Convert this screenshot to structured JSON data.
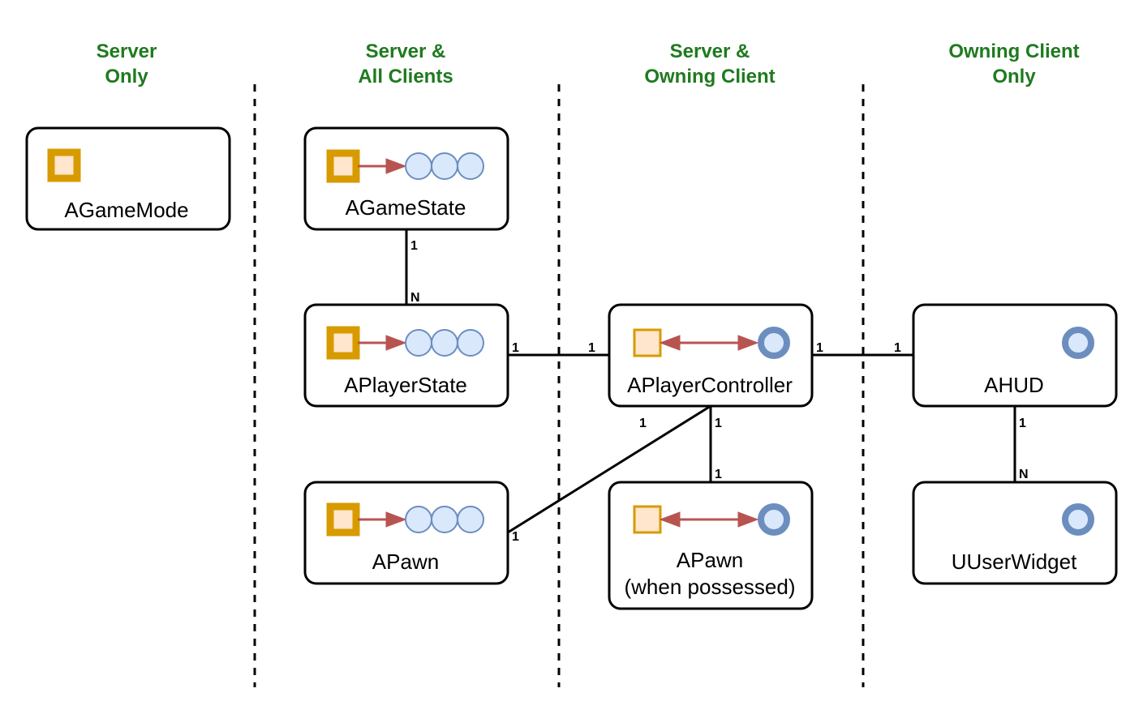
{
  "columns": [
    {
      "line1": "Server",
      "line2": "Only"
    },
    {
      "line1": "Server &",
      "line2": "All Clients"
    },
    {
      "line1": "Server &",
      "line2": "Owning Client"
    },
    {
      "line1": "Owning Client",
      "line2": "Only"
    }
  ],
  "nodes": {
    "game_mode": {
      "label": "AGameMode"
    },
    "game_state": {
      "label": "AGameState"
    },
    "player_state": {
      "label": "APlayerState"
    },
    "pawn": {
      "label": "APawn"
    },
    "player_controller": {
      "label": "APlayerController"
    },
    "possessed_pawn": {
      "label_line1": "APawn",
      "label_line2": "(when possessed)"
    },
    "hud": {
      "label": "AHUD"
    },
    "user_widget": {
      "label": "UUserWidget"
    }
  },
  "edges": {
    "game_state_player_state": {
      "from_card": "1",
      "to_card": "N"
    },
    "player_state_player_controller": {
      "from_card": "1",
      "to_card": "1"
    },
    "player_controller_hud": {
      "from_card": "1",
      "to_card": "1"
    },
    "player_controller_pawn": {
      "from_card": "1",
      "to_card": "1"
    },
    "player_controller_possessed_pawn": {
      "from_card": "1",
      "to_card": "1"
    },
    "hud_user_widget": {
      "from_card": "1",
      "to_card": "N"
    }
  },
  "colors": {
    "column_title": "#1f7a1f",
    "authority_square_fill": "#ffe6cc",
    "authority_square_stroke": "#d79b00",
    "replica_fill": "#dae8fc",
    "replica_stroke": "#6c8ebf",
    "replication_arrow": "#b85450"
  },
  "icons": {
    "authority": "authority-square-icon",
    "replicas": "replica-circles-icon",
    "local_instance": "local-instance-ring-icon",
    "replication": "replication-arrow-icon"
  }
}
